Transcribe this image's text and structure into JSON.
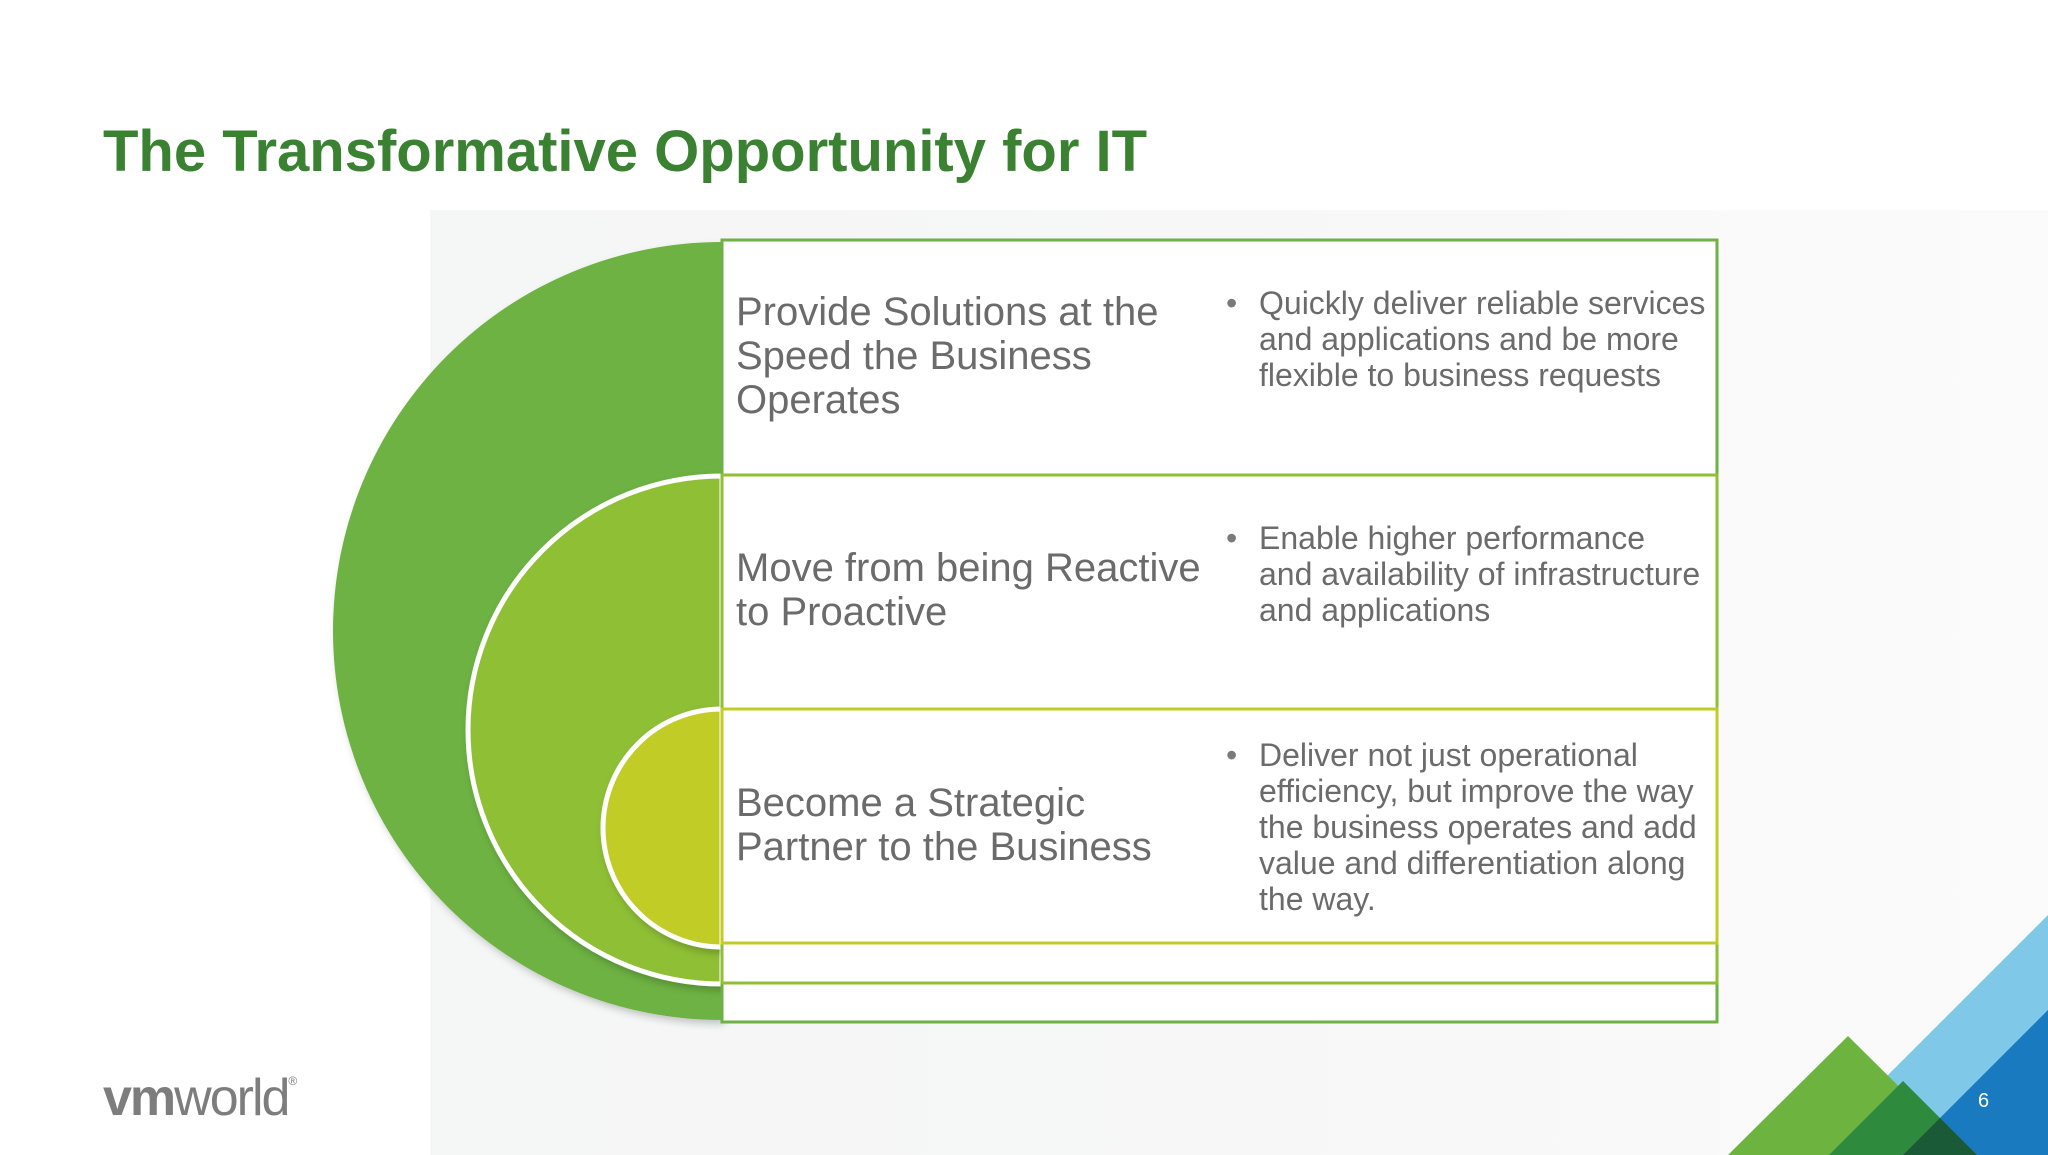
{
  "slide": {
    "title": "The Transformative Opportunity for IT",
    "page_number": "6"
  },
  "rows": [
    {
      "heading": "Provide Solutions at the Speed the Business Operates",
      "bullet": "Quickly deliver reliable services and applications and be more flexible to business requests",
      "color": "#6db242"
    },
    {
      "heading": "Move from being Reactive to Proactive",
      "bullet": "Enable higher performance and availability of infrastructure and applications",
      "color": "#8fbf34"
    },
    {
      "heading": "Become a Strategic Partner to the Business",
      "bullet": "Deliver not just operational efficiency, but improve the way the business operates and add value and differentiation along the way.",
      "color": "#c2cc26"
    }
  ],
  "bullet_marker": "•",
  "logo": {
    "bold_part": "vm",
    "light_part": "world",
    "registered": "®"
  },
  "colors": {
    "title": "#3a8232",
    "body_text": "#6b6b6b",
    "outer_green": "#6db242",
    "mid_green": "#8fbf34",
    "inner_yellow_green": "#c2cc26",
    "corner_light_blue": "#7fc8e8",
    "corner_dark_blue": "#1a7ac0",
    "corner_green": "#6db33f",
    "corner_dark_green": "#2e8a3c"
  }
}
